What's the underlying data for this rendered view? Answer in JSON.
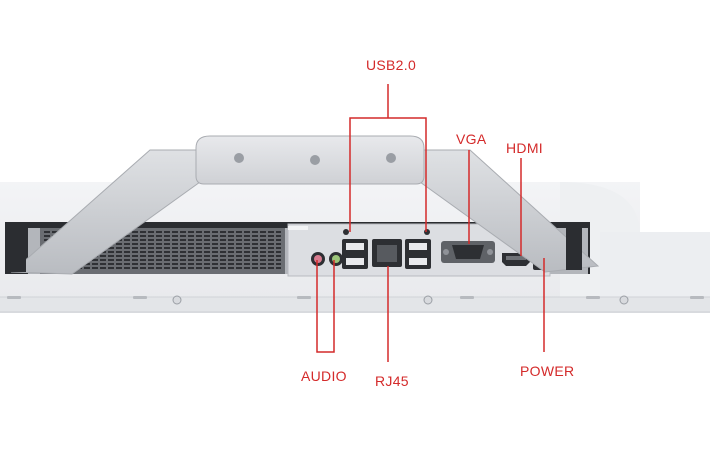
{
  "callouts": {
    "usb": "USB2.0",
    "vga": "VGA",
    "hdmi": "HDMI",
    "audio": "AUDIO",
    "rj45": "RJ45",
    "power": "POWER"
  },
  "colors": {
    "callout": "#d42a2a",
    "chassis": "#f4f5f7",
    "stand": "#c9ccd0",
    "io_panel": "#dfe1e4"
  }
}
